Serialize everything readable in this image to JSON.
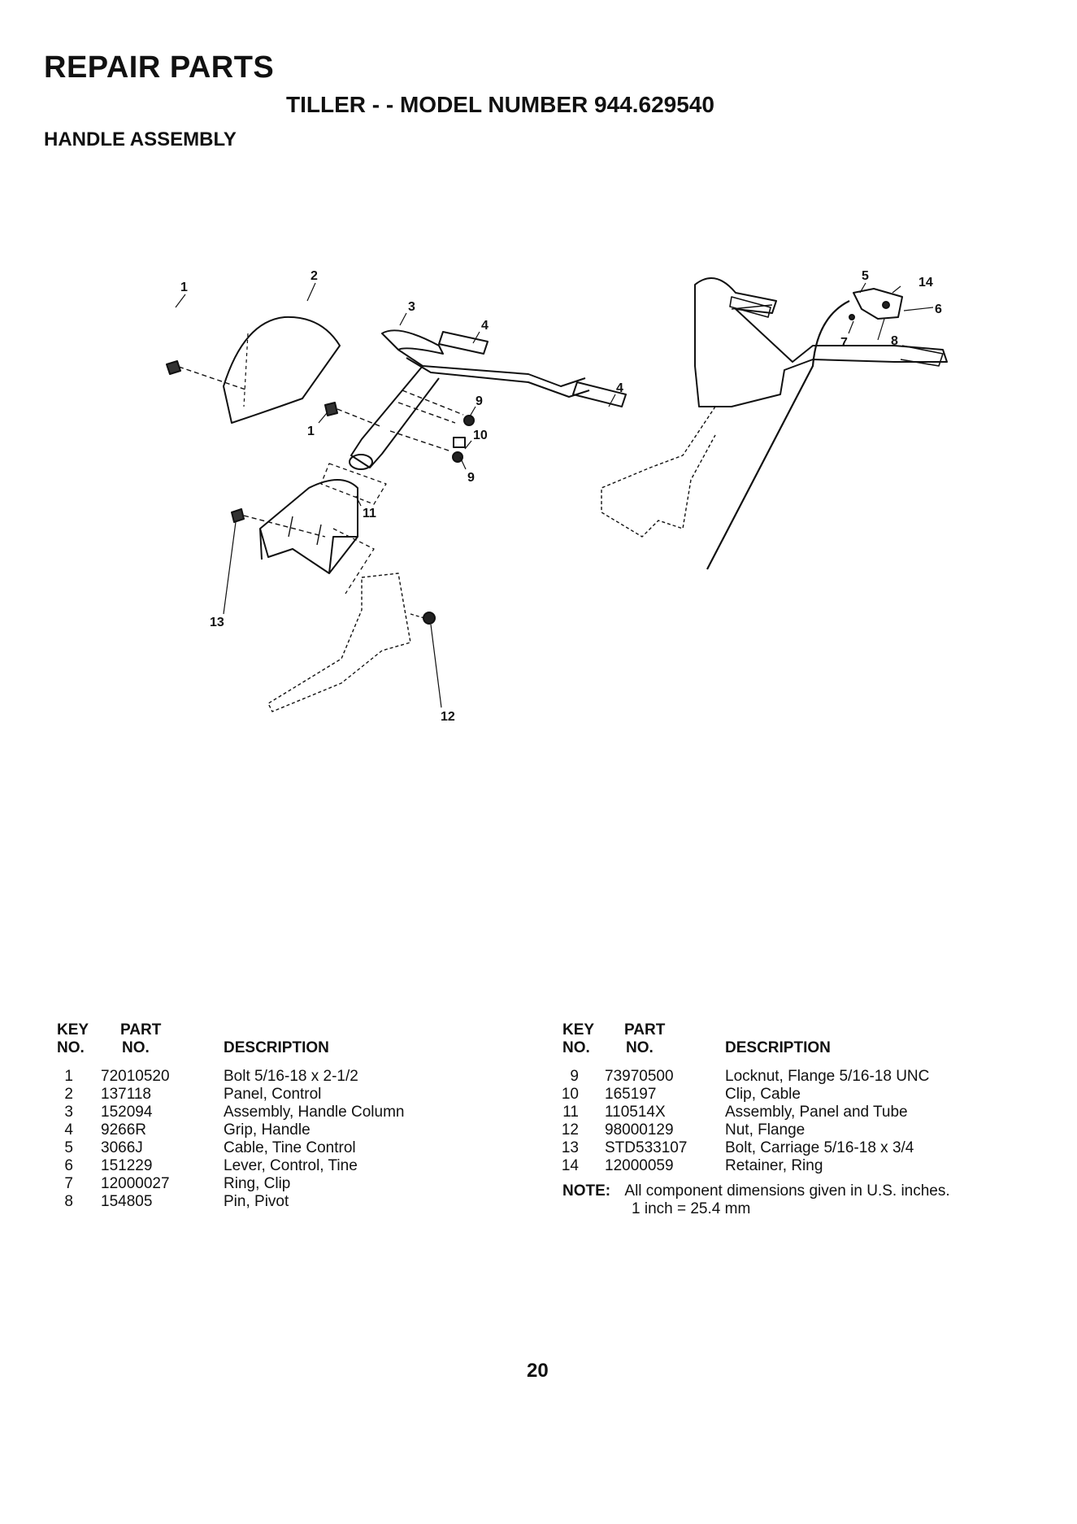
{
  "header": {
    "title": "REPAIR PARTS",
    "subtitle": "TILLER - - MODEL NUMBER 944.629540",
    "section": "HANDLE ASSEMBLY"
  },
  "diagram": {
    "callouts": [
      "1",
      "2",
      "3",
      "4",
      "4",
      "9",
      "10",
      "9",
      "1",
      "11",
      "13",
      "12",
      "5",
      "14",
      "6",
      "7",
      "8"
    ]
  },
  "table_left": {
    "headers": {
      "key_top": "KEY",
      "key_bottom": "NO.",
      "part_top": "PART",
      "part_bottom": "NO.",
      "description": "DESCRIPTION"
    },
    "rows": [
      {
        "key": "1",
        "part": "72010520",
        "description": "Bolt 5/16-18 x 2-1/2"
      },
      {
        "key": "2",
        "part": "137118",
        "description": "Panel, Control"
      },
      {
        "key": "3",
        "part": "152094",
        "description": "Assembly, Handle Column"
      },
      {
        "key": "4",
        "part": "9266R",
        "description": "Grip, Handle"
      },
      {
        "key": "5",
        "part": "3066J",
        "description": "Cable, Tine Control"
      },
      {
        "key": "6",
        "part": "151229",
        "description": "Lever, Control, Tine"
      },
      {
        "key": "7",
        "part": "12000027",
        "description": "Ring, Clip"
      },
      {
        "key": "8",
        "part": "154805",
        "description": "Pin, Pivot"
      }
    ]
  },
  "table_right": {
    "headers": {
      "key_top": "KEY",
      "key_bottom": "NO.",
      "part_top": "PART",
      "part_bottom": "NO.",
      "description": "DESCRIPTION"
    },
    "rows": [
      {
        "key": "9",
        "part": "73970500",
        "description": "Locknut, Flange 5/16-18 UNC"
      },
      {
        "key": "10",
        "part": "165197",
        "description": "Clip, Cable"
      },
      {
        "key": "11",
        "part": "110514X",
        "description": "Assembly, Panel and Tube"
      },
      {
        "key": "12",
        "part": "98000129",
        "description": "Nut, Flange"
      },
      {
        "key": "13",
        "part": "STD533107",
        "description": "Bolt, Carriage 5/16-18 x 3/4"
      },
      {
        "key": "14",
        "part": "12000059",
        "description": "Retainer, Ring"
      }
    ]
  },
  "note": {
    "label": "NOTE:",
    "line1": "All component dimensions given in U.S. inches.",
    "line2": "1 inch = 25.4 mm"
  },
  "page_number": "20"
}
